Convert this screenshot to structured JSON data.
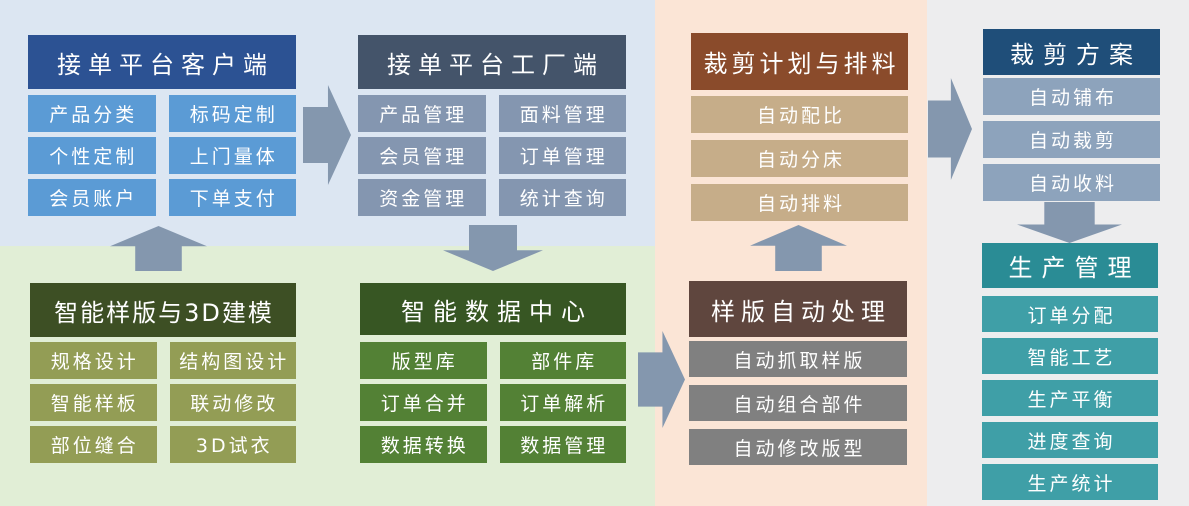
{
  "colors": {
    "bg_order_platform": "#dce6f2",
    "bg_smart_section": "#e1eed6",
    "bg_cutting_section": "#fbe5d6",
    "bg_production_section": "#ededee",
    "arrow": "#8497ae",
    "client_header": "#2c5293",
    "client_item": "#5b9bd5",
    "factory_header": "#44546a",
    "factory_item": "#8496b0",
    "cutting_plan_header": "#8a4b2b",
    "cutting_plan_item": "#c6ad89",
    "cutting_scheme_header": "#1f4e79",
    "cutting_scheme_item": "#8da3bc",
    "smart_pattern_header": "#3d4f24",
    "smart_pattern_item": "#939d55",
    "data_center_header": "#375623",
    "data_center_item": "#538135",
    "pattern_processing_header": "#5f463e",
    "pattern_processing_item": "#808080",
    "production_header": "#2a8c95",
    "production_item": "#3f9fa7"
  },
  "panels": [
    {
      "id": "client-platform",
      "title": "接单平台客户端",
      "items": [
        "产品分类",
        "标码定制",
        "个性定制",
        "上门量体",
        "会员账户",
        "下单支付"
      ]
    },
    {
      "id": "factory-platform",
      "title": "接单平台工厂端",
      "items": [
        "产品管理",
        "面料管理",
        "会员管理",
        "订单管理",
        "资金管理",
        "统计查询"
      ]
    },
    {
      "id": "cutting-plan",
      "title": "裁剪计划与排料",
      "items": [
        "自动配比",
        "自动分床",
        "自动排料"
      ]
    },
    {
      "id": "cutting-scheme",
      "title": "裁剪方案",
      "items": [
        "自动铺布",
        "自动裁剪",
        "自动收料"
      ]
    },
    {
      "id": "smart-pattern-3d",
      "title": "智能样版与3D建模",
      "items": [
        "规格设计",
        "结构图设计",
        "智能样板",
        "联动修改",
        "部位缝合",
        "3D试衣"
      ]
    },
    {
      "id": "smart-data-center",
      "title": "智能数据中心",
      "items": [
        "版型库",
        "部件库",
        "订单合并",
        "订单解析",
        "数据转换",
        "数据管理"
      ]
    },
    {
      "id": "pattern-auto-processing",
      "title": "样版自动处理",
      "items": [
        "自动抓取样版",
        "自动组合部件",
        "自动修改版型"
      ]
    },
    {
      "id": "production-management",
      "title": "生产管理",
      "items": [
        "订单分配",
        "智能工艺",
        "生产平衡",
        "进度查询",
        "生产统计"
      ]
    }
  ],
  "arrows": [
    {
      "name": "client-to-factory",
      "direction": "right"
    },
    {
      "name": "smart-pattern-to-client",
      "direction": "up"
    },
    {
      "name": "factory-to-data-center",
      "direction": "down"
    },
    {
      "name": "data-center-to-pattern-processing",
      "direction": "right"
    },
    {
      "name": "pattern-processing-to-cutting-plan",
      "direction": "up"
    },
    {
      "name": "cutting-plan-to-cutting-scheme",
      "direction": "right"
    },
    {
      "name": "cutting-scheme-to-production",
      "direction": "down"
    }
  ]
}
